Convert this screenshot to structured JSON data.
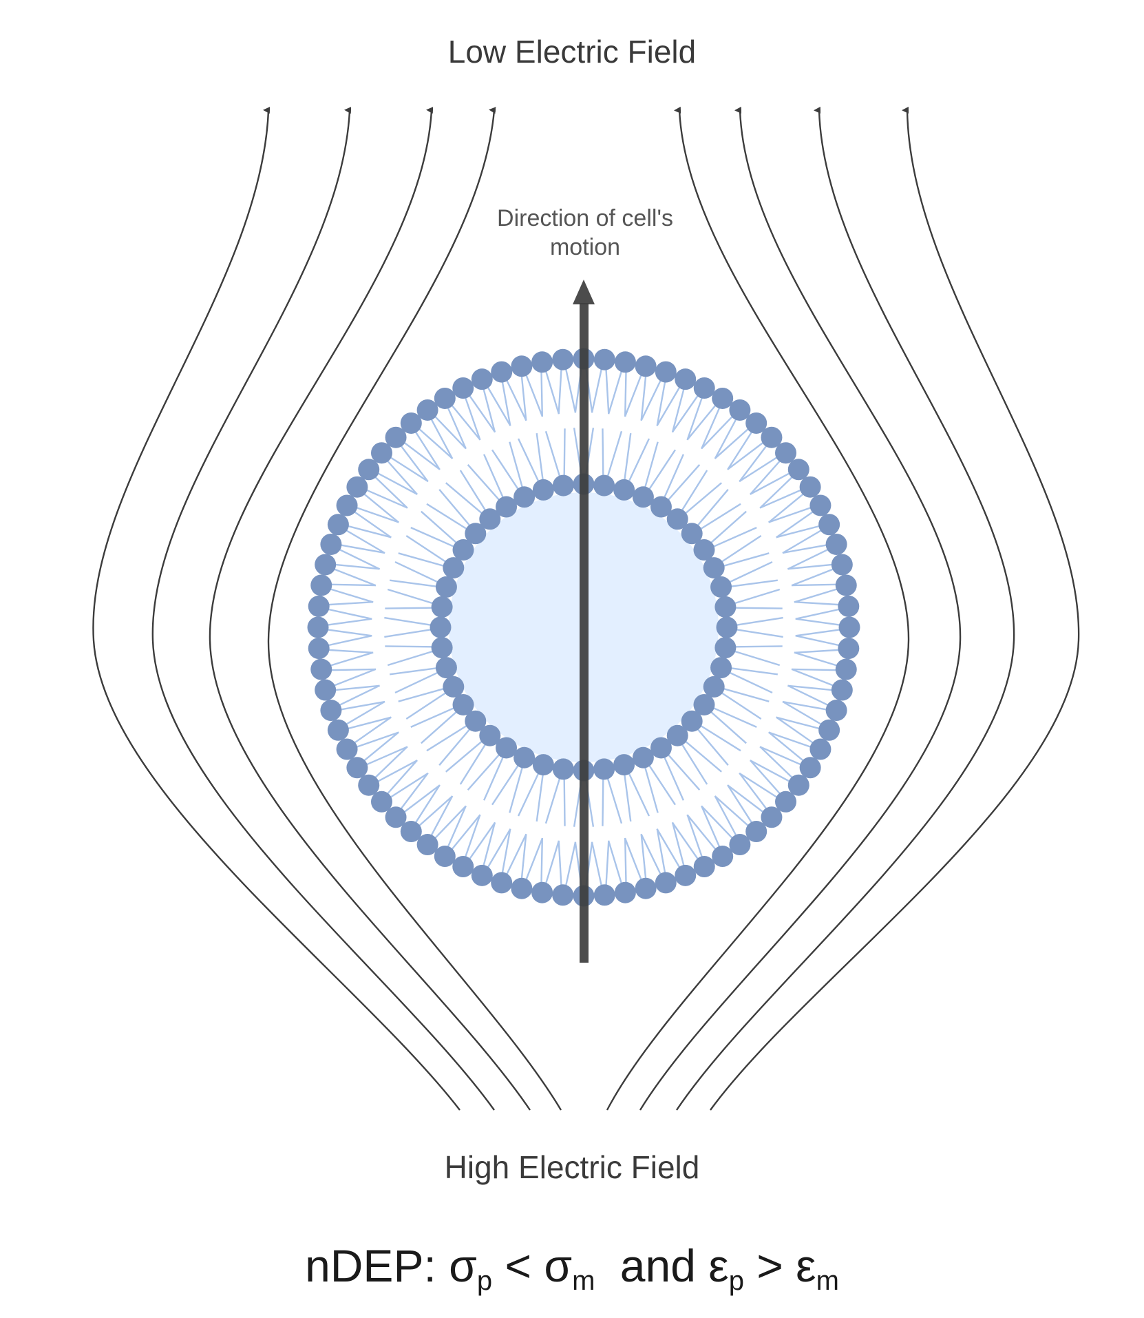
{
  "labels": {
    "top": "Low Electric Field",
    "bottom": "High Electric Field",
    "motion_line1": "Direction of cell's",
    "motion_line2": "motion"
  },
  "formula": {
    "prefix": "nDEP:",
    "sigma": "σ",
    "sub_p": "p",
    "lt": "<",
    "sub_m": "m",
    "and": "and",
    "epsilon": "ε",
    "gt": ">"
  },
  "colors": {
    "field_lines": "#3c3c3c",
    "head_group": "#7893bf",
    "tail": "#a9c4ea",
    "cell_interior": "#e3efff",
    "motion_arrow": "#3d3d3d"
  },
  "icons": {
    "field_line_arrowhead": "up-arrow-icon",
    "motion_arrow": "up-arrow-icon"
  }
}
